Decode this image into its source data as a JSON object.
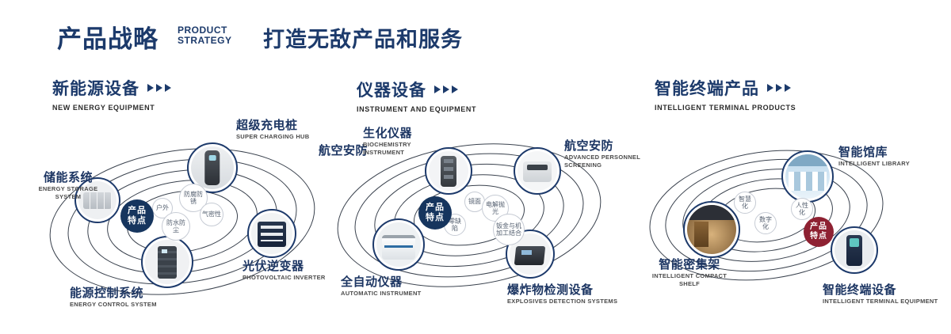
{
  "header": {
    "title": "产品战略",
    "subtitle_lines": [
      "PRODUCT",
      "STRATEGY"
    ],
    "slogan": "打造无敌产品和服务"
  },
  "icons": {
    "section_arrows": "triple-chevron-right"
  },
  "colors": {
    "navy": "#1c3a6b",
    "badge_navy": "#16355e",
    "badge_red": "#8e2132",
    "orbit_line": "#3a424e"
  },
  "sections": [
    {
      "title": "新能源设备",
      "subtitle": "NEW ENERGY EQUIPMENT",
      "badge_lines": [
        "产品",
        "特点"
      ],
      "badge_color": "#16355e",
      "features": [
        "户外",
        "防腐防锈",
        "气密性",
        "防水防尘"
      ],
      "nodes": [
        {
          "title": "超级充电桩",
          "subtitle": "SUPER CHARGING HUB"
        },
        {
          "title": "储能系统",
          "subtitle": "ENERGY STORAGE SYSTEM"
        },
        {
          "title": "光伏逆变器",
          "subtitle": "PHOTOVOLTAIC INVERTER"
        },
        {
          "title": "能源控制系统",
          "subtitle": "ENERGY CONTROL SYSTEM"
        }
      ]
    },
    {
      "title": "仪器设备",
      "subtitle": "INSTRUMENT AND EQUIPMENT",
      "badge_lines": [
        "产品",
        "特点"
      ],
      "badge_color": "#16355e",
      "features": [
        "镜面",
        "电解抛光",
        "零缺陷",
        "钣金与机加工结合"
      ],
      "nodes": [
        {
          "title": "航空安防",
          "subtitle": ""
        },
        {
          "title": "生化仪器",
          "subtitle": "BIOCHEMISTRY INSTRUMENT"
        },
        {
          "title": "航空安防",
          "subtitle": "ADVANCED PERSONNEL SCREENING"
        },
        {
          "title": "全自动仪器",
          "subtitle": "AUTOMATIC INSTRUMENT"
        },
        {
          "title": "爆炸物检测设备",
          "subtitle": "EXPLOSIVES DETECTION SYSTEMS"
        }
      ]
    },
    {
      "title": "智能终端产品",
      "subtitle": "INTELLIGENT TERMINAL PRODUCTS",
      "badge_lines": [
        "产品",
        "特点"
      ],
      "badge_color": "#8e2132",
      "features": [
        "智慧化",
        "人性化",
        "数字化"
      ],
      "nodes": [
        {
          "title": "智能馆库",
          "subtitle": "INTELLIGENT LIBRARY"
        },
        {
          "title": "智能密集架",
          "subtitle": "INTELLIGENT COMPACT SHELF"
        },
        {
          "title": "智能终端设备",
          "subtitle": "INTELLIGENT TERMINAL EQUIPMENT"
        }
      ]
    }
  ]
}
